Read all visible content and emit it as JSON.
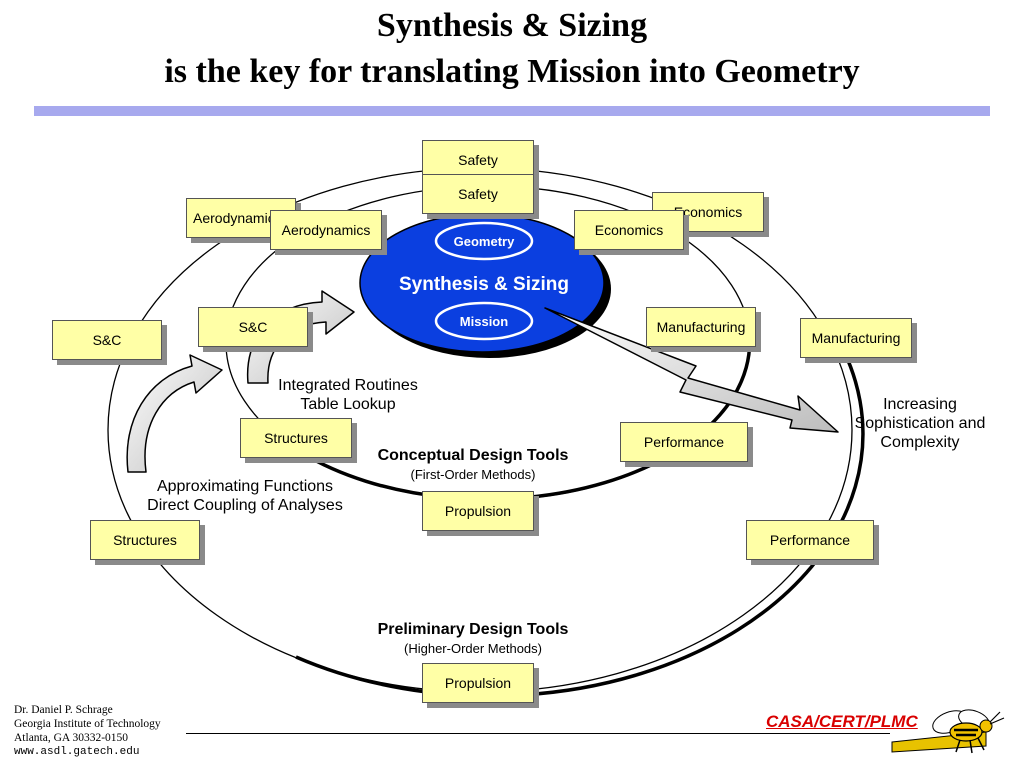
{
  "title": {
    "line1": "Synthesis & Sizing",
    "line2": "is the key for translating Mission into Geometry"
  },
  "core": {
    "geometry": "Geometry",
    "synthesis": "Synthesis & Sizing",
    "mission": "Mission"
  },
  "outer_boxes": {
    "safety": "Safety",
    "aerodynamics": "Aerodynamics",
    "economics": "Economics",
    "sc": "S&C",
    "manufacturing": "Manufacturing",
    "structures": "Structures",
    "performance": "Performance",
    "propulsion": "Propulsion"
  },
  "inner_boxes": {
    "safety": "Safety",
    "aerodynamics": "Aerodynamics",
    "economics": "Economics",
    "sc": "S&C",
    "manufacturing": "Manufacturing",
    "structures": "Structures",
    "performance": "Performance",
    "propulsion": "Propulsion"
  },
  "labels": {
    "integrated": [
      "Integrated Routines",
      "Table Lookup"
    ],
    "approximating": [
      "Approximating Functions",
      "Direct Coupling of Analyses"
    ],
    "increasing": [
      "Increasing",
      "Sophistication and",
      "Complexity"
    ],
    "conceptual_title": "Conceptual Design Tools",
    "conceptual_sub": "(First-Order Methods)",
    "preliminary_title": "Preliminary  Design Tools",
    "preliminary_sub": "(Higher-Order Methods)"
  },
  "footer": {
    "lines": [
      "Dr. Daniel P. Schrage",
      "Georgia Institute of Technology",
      "Atlanta, GA  30332-0150"
    ],
    "url": "www.asdl.gatech.edu",
    "logo": "CASA/CERT/PLMC"
  },
  "colors": {
    "box_fill": "#ffffa6",
    "core_fill": "#0b3fe0",
    "title_rule": "#a7a9ee",
    "logo_text": "#d90000"
  }
}
